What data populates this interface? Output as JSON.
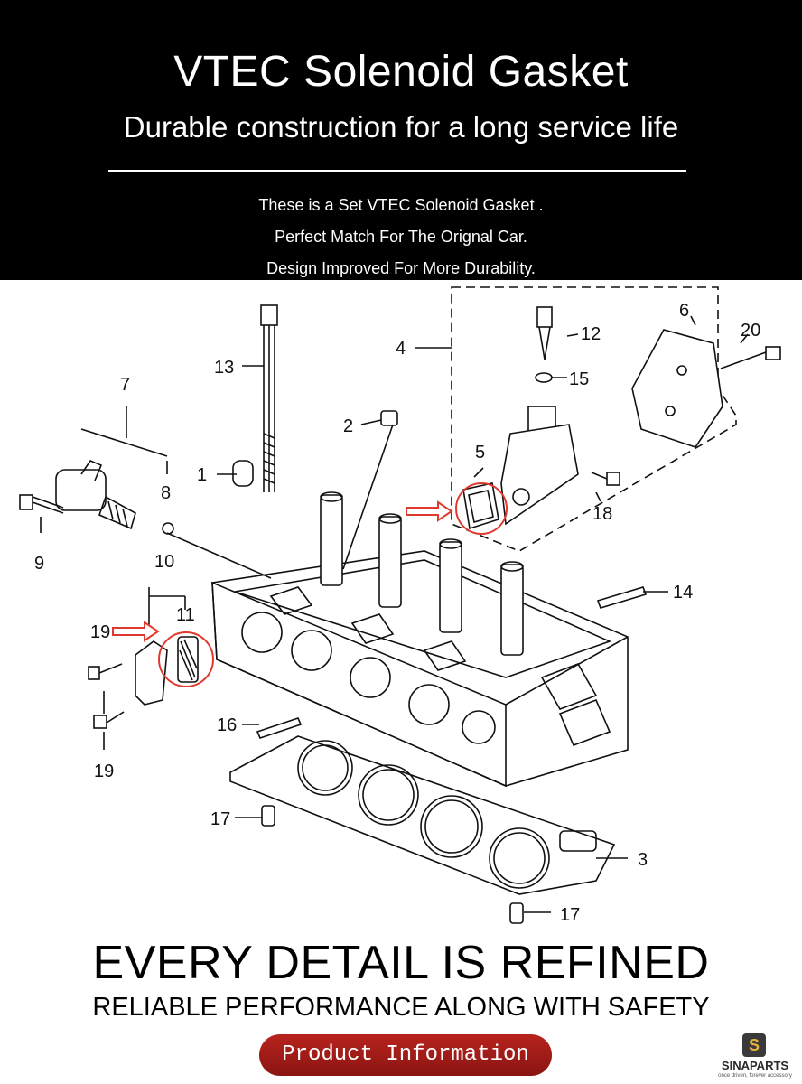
{
  "header": {
    "title": "VTEC Solenoid Gasket",
    "subtitle": "Durable construction for a long service life",
    "lines": [
      "These is a Set VTEC Solenoid Gasket .",
      "Perfect Match For The Orignal Car.",
      "Design Improved For More Durability."
    ]
  },
  "diagram": {
    "callouts": [
      "1",
      "2",
      "3",
      "4",
      "5",
      "6",
      "7",
      "8",
      "9",
      "10",
      "11",
      "12",
      "13",
      "14",
      "15",
      "16",
      "17",
      "17",
      "18",
      "19",
      "19",
      "20"
    ],
    "highlight_color": "#e03a2f"
  },
  "footer": {
    "heading": "EVERY DETAIL IS REFINED",
    "tagline": "RELIABLE PERFORMANCE ALONG WITH SAFETY",
    "button_label": "Product Information",
    "button_color": "#a11c17"
  },
  "logo": {
    "name": "SINAPARTS",
    "tagline": "once driven, forever accessory",
    "mark": "S"
  }
}
